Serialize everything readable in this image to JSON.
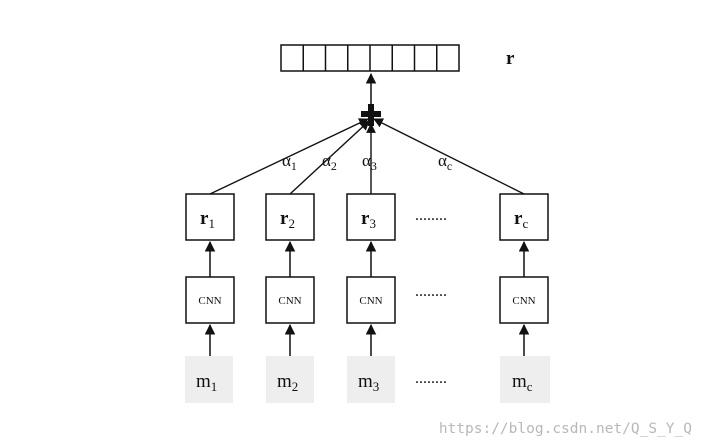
{
  "output": {
    "label": "r",
    "cells": 8
  },
  "aggregator": {
    "symbol": "plus"
  },
  "columns": [
    {
      "input": {
        "base": "m",
        "sub": "1"
      },
      "encoder": "CNN",
      "repr": {
        "base": "r",
        "sub": "1"
      },
      "weight": {
        "base": "α",
        "sub": "1"
      }
    },
    {
      "input": {
        "base": "m",
        "sub": "2"
      },
      "encoder": "CNN",
      "repr": {
        "base": "r",
        "sub": "2"
      },
      "weight": {
        "base": "α",
        "sub": "2"
      }
    },
    {
      "input": {
        "base": "m",
        "sub": "3"
      },
      "encoder": "CNN",
      "repr": {
        "base": "r",
        "sub": "3"
      },
      "weight": {
        "base": "α",
        "sub": "3"
      }
    },
    {
      "input": {
        "base": "m",
        "sub": "c"
      },
      "encoder": "CNN",
      "repr": {
        "base": "r",
        "sub": "c"
      },
      "weight": {
        "base": "α",
        "sub": "c"
      }
    }
  ],
  "ellipsis": "........",
  "watermark": "https://blog.csdn.net/Q_S_Y_Q",
  "colors": {
    "line": "#111111",
    "input_bg": "#eeeeee",
    "watermark": "#b8b8b8"
  }
}
